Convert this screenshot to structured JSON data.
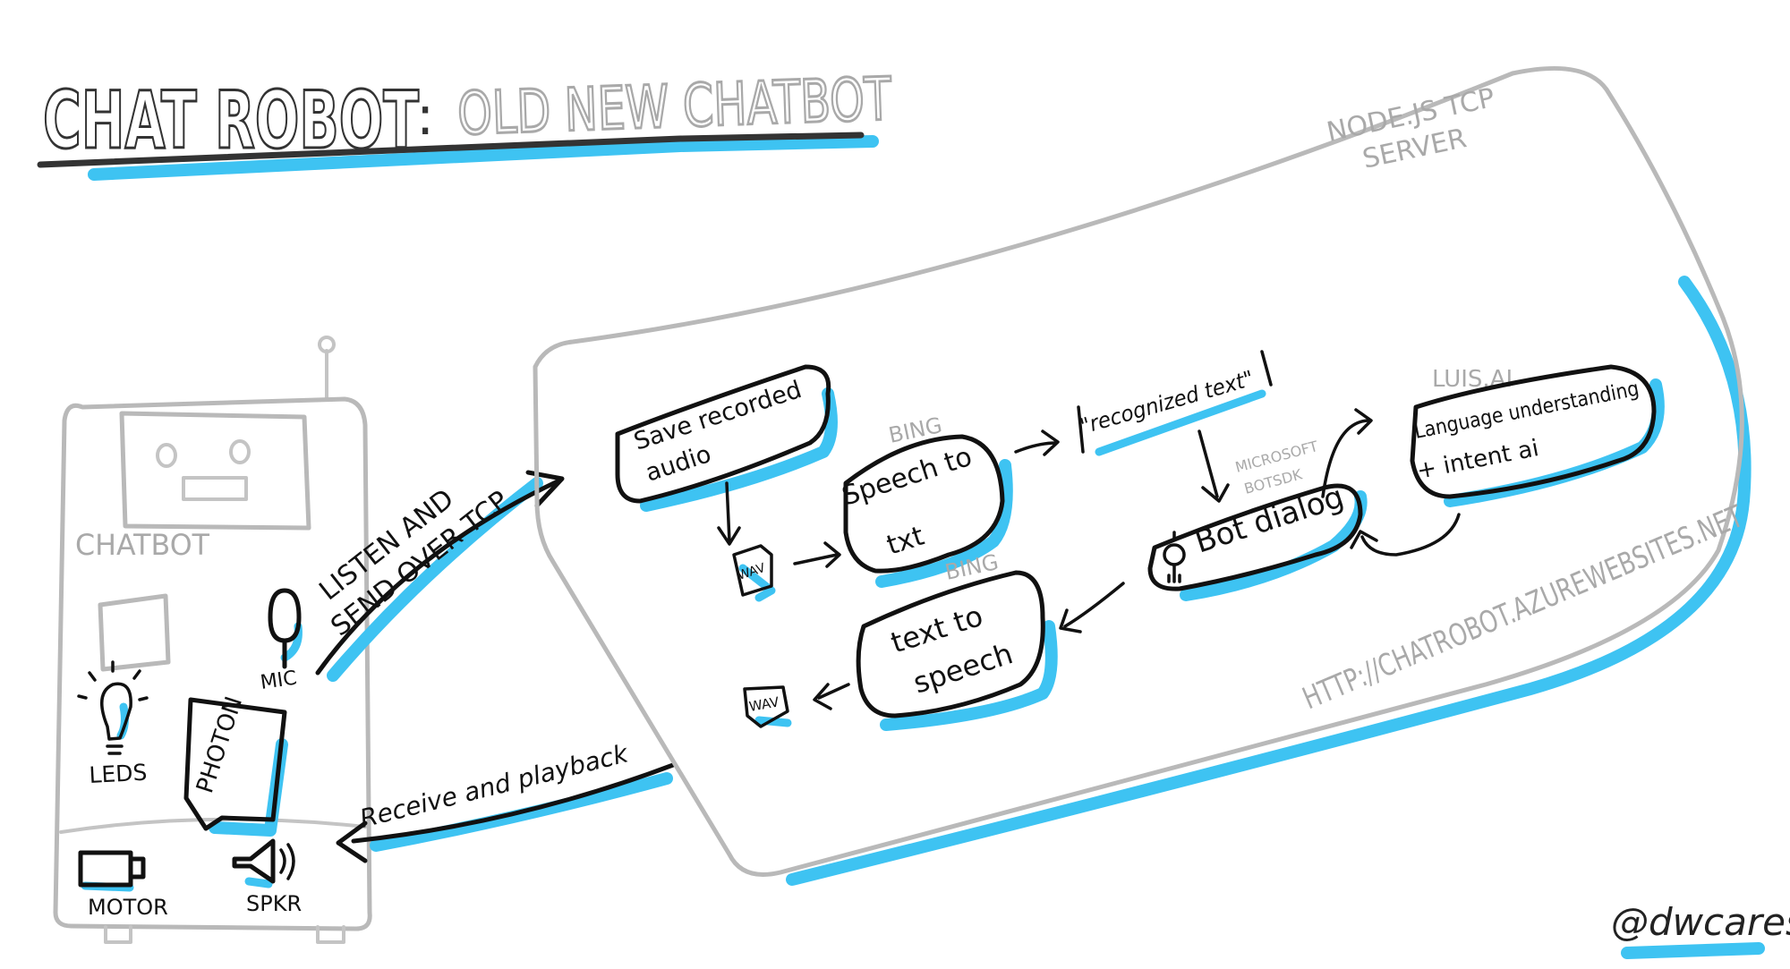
{
  "colors": {
    "ink": "#111111",
    "accent": "#3ec3f2",
    "grey": "#b9b9b9",
    "title_grey": "#a9a9a9"
  },
  "title": {
    "main": "CHAT ROBOT",
    "separator": ":",
    "subtitle": "OLD NEW CHATBOT"
  },
  "robot": {
    "label": "CHATBOT",
    "board": "PHOTON",
    "mic": "MIC",
    "leds": "LEDS",
    "motor": "MOTOR",
    "speaker": "SPKR"
  },
  "links": {
    "send": "LISTEN AND SEND OVER TCP",
    "receive": "Receive and playback"
  },
  "server": {
    "title_line1": "NODE.JS TCP",
    "title_line2": "SERVER",
    "url": "HTTP://CHATROBOT.AZUREWEBSITES.NET"
  },
  "nodes": {
    "save_audio_line1": "Save recorded",
    "save_audio_line2": "audio",
    "wav_in": "WAV",
    "bing_1": "BING",
    "stt_line1": "Speech to",
    "stt_line2": "txt",
    "recognized": "\"recognized text\"",
    "botsdk_line1": "MICROSOFT",
    "botsdk_line2": "BOTSDK",
    "bot_dialog": "Bot dialog",
    "luis": "LUIS.AI",
    "lu_line1": "Language understanding",
    "lu_line2": "+ intent ai",
    "bing_2": "BING",
    "tts_line1": "text to",
    "tts_line2": "speech",
    "wav_out": "WAV"
  },
  "signature": "@dwcares",
  "icons": [
    "robot-sketch-icon",
    "microphone-icon",
    "lightbulb-icon",
    "motor-icon",
    "speaker-icon",
    "wav-file-icon",
    "bot-avatar-icon"
  ]
}
